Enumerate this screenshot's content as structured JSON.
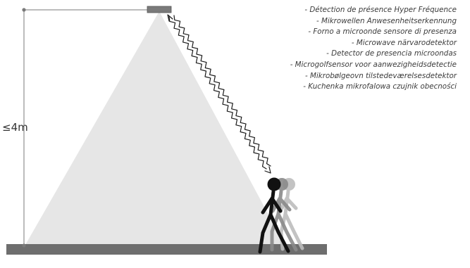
{
  "height_label": "≤4m",
  "descriptions": [
    "- Détection de présence Hyper Fréquence",
    "- Mikrowellen Anwesenheitserkennung",
    "- Forno a microonde sensore di presenza",
    "- Microwave närvarodetektor",
    "- Detector de presencia microondas",
    "- Microgolfsensor voor aanwezigheidsdetectie",
    "- Mikrobølgeovn tilstedeværelsesdetektor",
    "- Kuchenka mikrofalowa czujnik obecności"
  ],
  "colors": {
    "floor": "#6e6e6e",
    "sensor": "#7a7a7a",
    "detection_cone": "#e6e6e6",
    "dimension_line": "#7a7a7a",
    "wave": "#1a1a1a",
    "figure_main": "#111111",
    "figure_ghost_1": "#8a8a8a",
    "figure_ghost_2": "#bdbdbd"
  },
  "icons": {
    "sensor": "ceiling-sensor-icon",
    "person": "walking-person-icon",
    "wave": "microwave-wave-arrow-icon"
  }
}
